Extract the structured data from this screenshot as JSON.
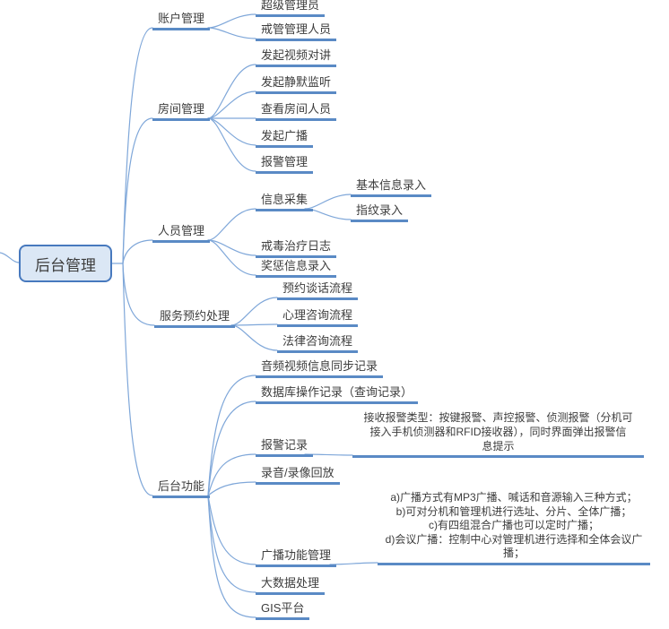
{
  "diagram": {
    "root": {
      "label": "后台管理"
    },
    "branches": [
      {
        "label": "账户管理",
        "children": [
          {
            "label": "超级管理员"
          },
          {
            "label": "戒管管理人员"
          }
        ]
      },
      {
        "label": "房间管理",
        "children": [
          {
            "label": "发起视频对讲"
          },
          {
            "label": "发起静默监听"
          },
          {
            "label": "查看房间人员"
          },
          {
            "label": "发起广播"
          },
          {
            "label": "报警管理"
          }
        ]
      },
      {
        "label": "人员管理",
        "children": [
          {
            "label": "信息采集",
            "children": [
              {
                "label": "基本信息录入"
              },
              {
                "label": "指纹录入"
              }
            ]
          },
          {
            "label": "戒毒治疗日志"
          },
          {
            "label": "奖惩信息录入"
          }
        ]
      },
      {
        "label": "服务预约处理",
        "children": [
          {
            "label": "预约谈话流程"
          },
          {
            "label": "心理咨询流程"
          },
          {
            "label": "法律咨询流程"
          }
        ]
      },
      {
        "label": "后台功能",
        "children": [
          {
            "label": "音频视频信息同步记录"
          },
          {
            "label": "数据库操作记录（查询记录）"
          },
          {
            "label": "报警记录",
            "children": [
              {
                "lines": [
                  "接收报警类型：按键报警、声控报警、侦测报警（分机可",
                  "接入手机侦测器和RFID接收器），同时界面弹出报警信",
                  "息提示"
                ]
              }
            ]
          },
          {
            "label": "录音/录像回放"
          },
          {
            "label": "广播功能管理",
            "children": [
              {
                "lines": [
                  "a)广播方式有MP3广播、喊话和音源输入三种方式；",
                  "b)可对分机和管理机进行选址、分片、全体广播；",
                  "c)有四组混合广播也可以定时广播；",
                  "d)会议广播：控制中心对管理机进行选择和全体会议广",
                  "播；"
                ]
              }
            ]
          },
          {
            "label": "大数据处理"
          },
          {
            "label": "GIS平台"
          }
        ]
      }
    ],
    "colors": {
      "branch_line": "#7fa7d9",
      "topic_underline": "#5a8ac5",
      "root_border": "#4779be",
      "root_fill": "#dbe7f5",
      "text": "#3d3d3d"
    }
  }
}
